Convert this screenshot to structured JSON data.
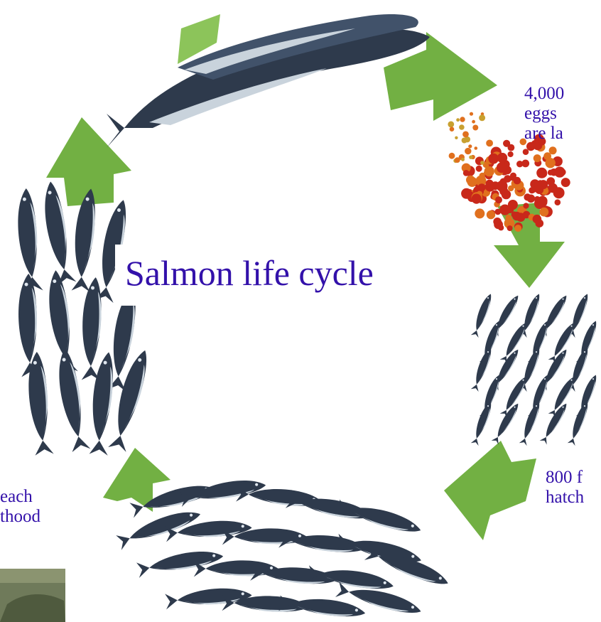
{
  "title": "Salmon life cycle",
  "labels": {
    "eggs": [
      "4,000",
      "eggs",
      "are la"
    ],
    "fry": [
      "800 f",
      "hatch"
    ],
    "adult": [
      "each",
      "thood"
    ]
  },
  "colors": {
    "text": "#3311aa",
    "arrow": "#72b043",
    "arrow_dark": "#5a8f33",
    "fish_dark": "#2e3a4c",
    "fish_mid": "#5f7288",
    "fish_light": "#c9d3dc",
    "egg_red": "#c8281a",
    "egg_orange": "#e0701e"
  }
}
